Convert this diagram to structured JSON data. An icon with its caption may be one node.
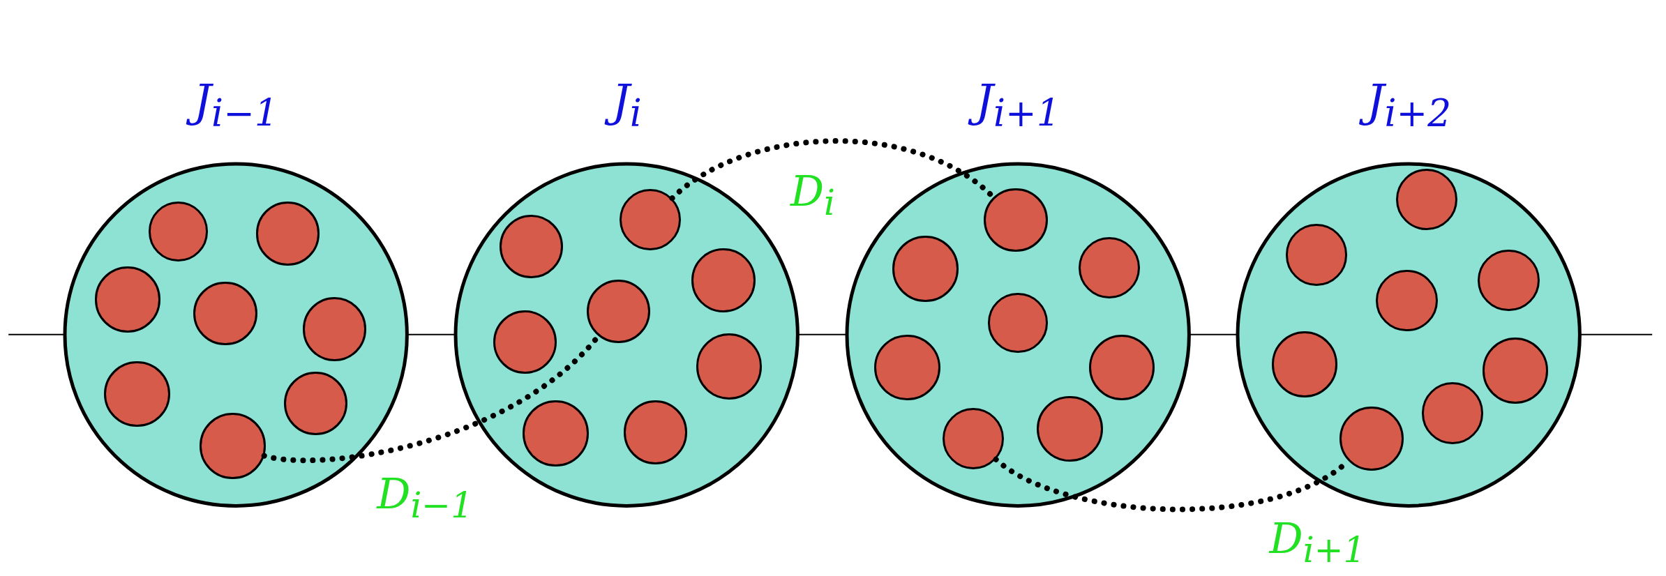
{
  "diagram": {
    "nodes": [
      {
        "text": [
          "J$_{i−1}$"
        ]
      },
      {
        "text": [],
        "shape": "circle",
        "in": 0
      },
      {
        "text": [],
        "shape": "circle",
        "in": 0
      },
      {
        "text": [],
        "shape": "circle",
        "in": 0
      },
      {
        "text": [],
        "shape": "circle",
        "in": 0
      },
      {
        "text": [],
        "shape": "circle",
        "in": 0
      },
      {
        "text": [],
        "shape": "circle",
        "in": 0
      },
      {
        "text": [],
        "shape": "circle",
        "in": 0
      },
      {
        "text": [],
        "shape": "circle",
        "in": 0
      },
      {
        "text": [
          "J$_{i}$"
        ]
      },
      {
        "text": [],
        "shape": "circle",
        "in": 9
      },
      {
        "text": [],
        "shape": "circle",
        "in": 9
      },
      {
        "text": [],
        "shape": "circle",
        "in": 9
      },
      {
        "text": [],
        "shape": "circle",
        "in": 9
      },
      {
        "text": [],
        "shape": "circle",
        "in": 9
      },
      {
        "text": [],
        "shape": "circle",
        "in": 9
      },
      {
        "text": [],
        "shape": "circle",
        "in": 9
      },
      {
        "text": [],
        "shape": "circle",
        "in": 9
      },
      {
        "text": [
          "J$_{i+1}$"
        ]
      },
      {
        "text": [],
        "shape": "circle",
        "in": 18
      },
      {
        "text": [],
        "shape": "circle",
        "in": 18
      },
      {
        "text": [],
        "shape": "circle",
        "in": 18
      },
      {
        "text": [],
        "shape": "circle",
        "in": 18
      },
      {
        "text": [],
        "shape": "circle",
        "in": 18
      },
      {
        "text": [],
        "shape": "circle",
        "in": 18
      },
      {
        "text": [],
        "shape": "circle",
        "in": 18
      },
      {
        "text": [],
        "shape": "circle",
        "in": 18
      },
      {
        "text": [
          "J$_{i+2}$"
        ]
      },
      {
        "text": [],
        "shape": "circle",
        "in": 27
      },
      {
        "text": [],
        "shape": "circle",
        "in": 27
      },
      {
        "text": [],
        "shape": "circle",
        "in": 27
      },
      {
        "text": [],
        "shape": "circle",
        "in": 27
      },
      {
        "text": [],
        "shape": "circle",
        "in": 27
      },
      {
        "text": [],
        "shape": "circle",
        "in": 27
      },
      {
        "text": [],
        "shape": "circle",
        "in": 27
      },
      {
        "text": [],
        "shape": "circle",
        "in": 27
      }
    ],
    "edges": [
      {
        "from": null,
        "to": 0,
        "arrow": "none"
      },
      {
        "from": 0,
        "to": 9,
        "arrow": "none"
      },
      {
        "from": 9,
        "to": 18,
        "arrow": "none"
      },
      {
        "from": 18,
        "to": 27,
        "arrow": "none"
      },
      {
        "from": 27,
        "to": null,
        "arrow": "none"
      },
      {
        "from": 8,
        "to": 13,
        "arrow": "none",
        "label": "D$_{i−1}$",
        "style": "dashed"
      },
      {
        "from": 10,
        "to": 19,
        "arrow": "none",
        "label": "D$_{i}$",
        "style": "dashed"
      },
      {
        "from": 26,
        "to": 35,
        "arrow": "none",
        "label": "D$_{i+1}$",
        "style": "dashed"
      }
    ]
  }
}
